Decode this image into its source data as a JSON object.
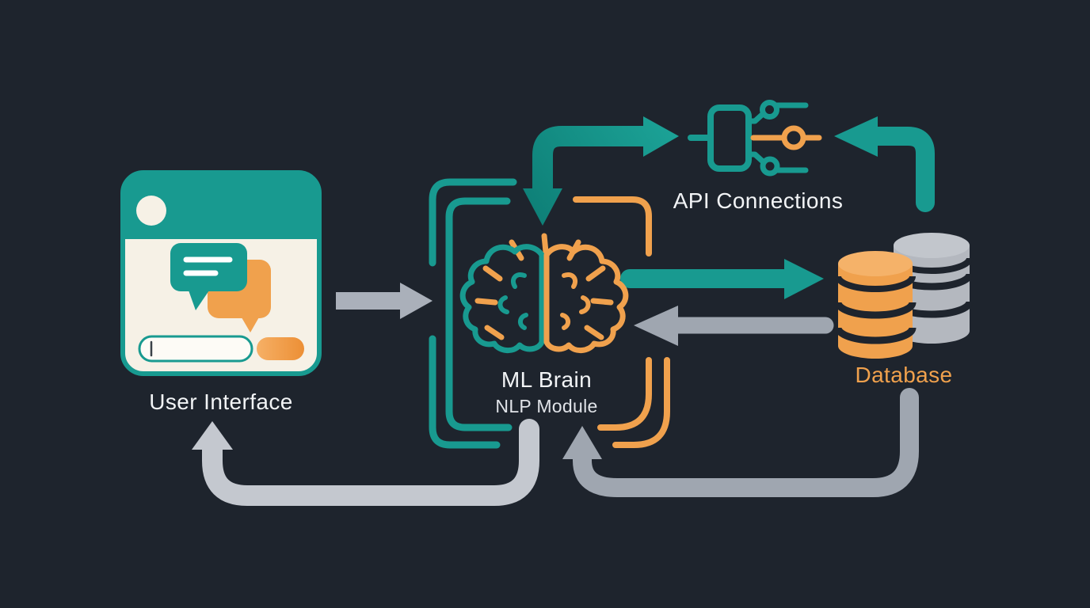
{
  "colors": {
    "bg": "#1e242d",
    "teal": "#189a90",
    "tealDark": "#0c7a72",
    "tealLight": "#1da69a",
    "orange": "#f0a14d",
    "orangeLight": "#f6b066",
    "orangeDeep": "#ec8f35",
    "cream": "#f6f1e6",
    "white": "#f2f4f6",
    "textDim": "#e0e3e8",
    "gray": "#aab0ba",
    "grayMid": "#9fa6b0",
    "grayLight": "#c4c8cf",
    "grayCyl": "#b4b8bf",
    "grayCylTop": "#c2c6cc",
    "orangeCylTop": "#f5b269",
    "inputCursor": "#3a4148"
  },
  "diagram": {
    "nodes": {
      "ui": {
        "label": "User Interface",
        "icon": "chat-bubbles-icon",
        "parts": [
          "window-header",
          "avatar-dot",
          "text-input",
          "send-button"
        ]
      },
      "brain": {
        "title": "ML Brain",
        "subtitle": "NLP Module",
        "icon": "brain-icon"
      },
      "api": {
        "label": "API Connections",
        "icon": "api-node-icon"
      },
      "db": {
        "label": "Database",
        "icon": "database-cylinders-icon"
      }
    },
    "edges": [
      {
        "from": "User Interface",
        "to": "ML Brain",
        "color": "gray",
        "route": "straight"
      },
      {
        "from": "ML Brain",
        "to": "API Connections",
        "color": "teal",
        "route": "up-right elbow"
      },
      {
        "from": "Database",
        "to": "API Connections",
        "color": "teal",
        "route": "up-left elbow"
      },
      {
        "from": "ML Brain",
        "to": "Database",
        "color": "teal",
        "route": "straight"
      },
      {
        "from": "Database",
        "to": "ML Brain",
        "color": "gray",
        "route": "straight"
      },
      {
        "from": "ML Brain",
        "to": "User Interface",
        "color": "gray",
        "route": "bottom loop"
      },
      {
        "from": "Database",
        "to": "ML Brain",
        "color": "gray",
        "route": "bottom loop"
      }
    ]
  }
}
